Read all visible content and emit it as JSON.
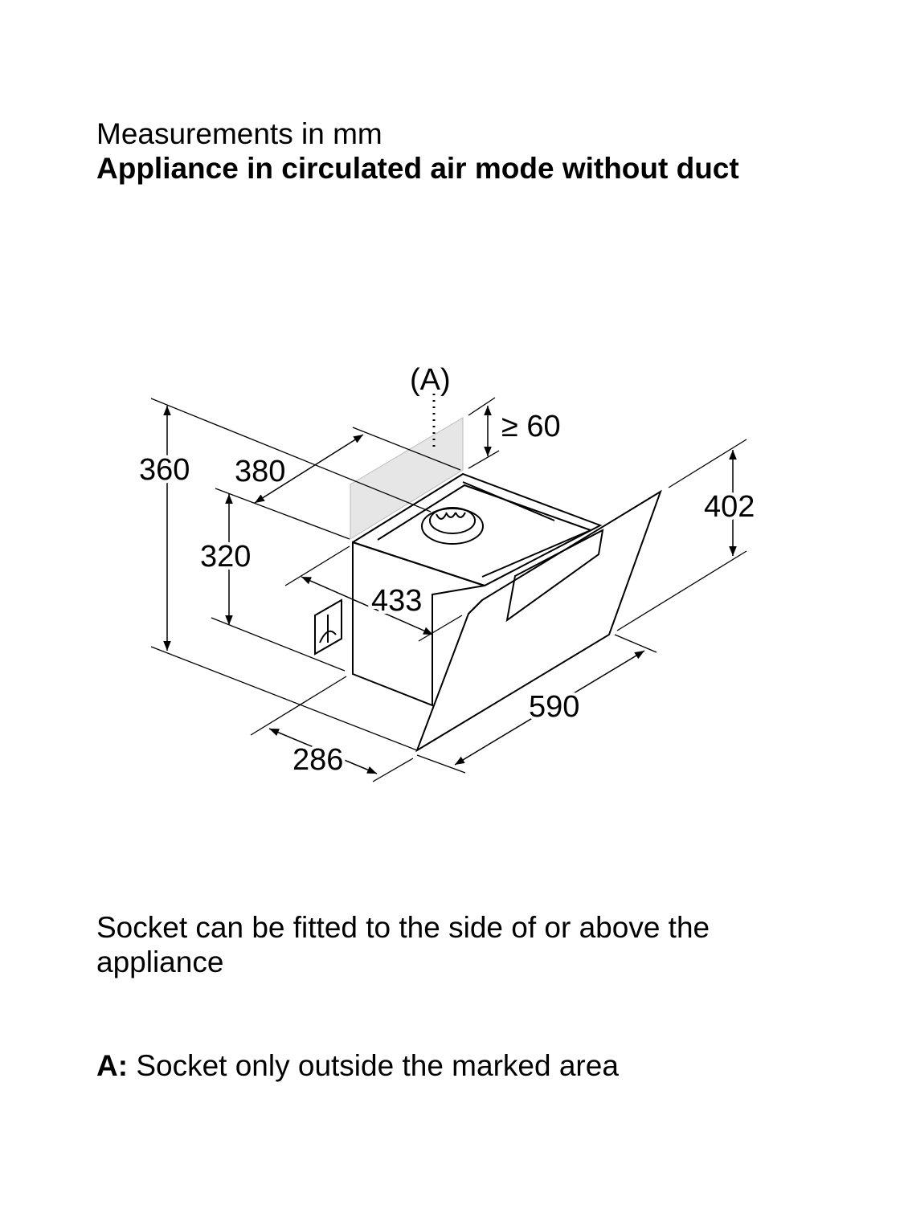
{
  "header": {
    "measurements_label": "Measurements in mm",
    "title": "Appliance in circulated air mode without duct"
  },
  "diagram": {
    "marker_label": "(A)",
    "dimensions": {
      "total_height": "360",
      "depth_top": "380",
      "box_height": "320",
      "box_depth": "433",
      "min_clearance": "≥ 60",
      "panel_height": "402",
      "width": "590",
      "bottom_depth": "286"
    },
    "colors": {
      "line": "#000000",
      "marked_area": "#e6e6e6"
    }
  },
  "notes": {
    "socket_note": "Socket can be fitted to the side of or above the appliance",
    "legend_key": "A:",
    "legend_text": "Socket only outside the marked area"
  }
}
